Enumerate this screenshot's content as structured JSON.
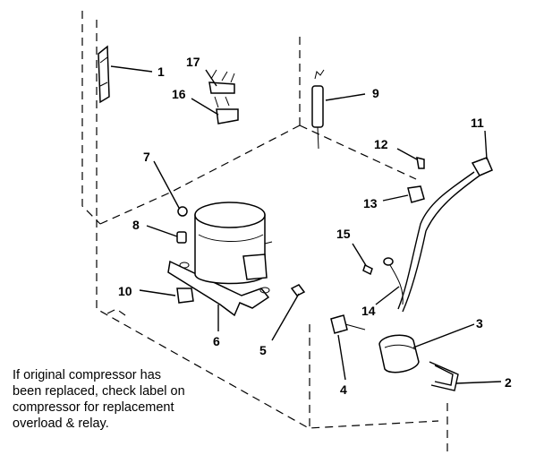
{
  "callouts": {
    "c1": "1",
    "c2": "2",
    "c3": "3",
    "c4": "4",
    "c5": "5",
    "c6": "6",
    "c7": "7",
    "c8": "8",
    "c9": "9",
    "c10": "10",
    "c11": "11",
    "c12": "12",
    "c13": "13",
    "c14": "14",
    "c15": "15",
    "c16": "16",
    "c17": "17"
  },
  "note": {
    "line1": "If original compressor has",
    "line2": "been replaced, check label on",
    "line3": "compressor for replacement",
    "line4": "overload & relay."
  }
}
